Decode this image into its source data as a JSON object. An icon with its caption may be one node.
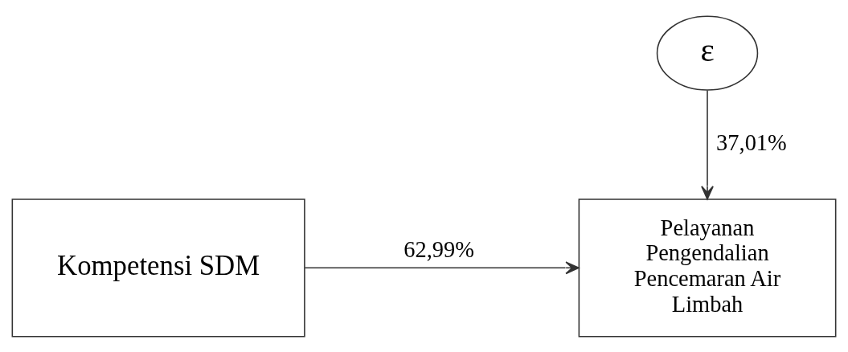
{
  "diagram": {
    "nodes": [
      {
        "text": [
          "ε"
        ]
      },
      {
        "text": [
          "Kompetensi SDM"
        ]
      },
      {
        "text": [
          "Pelayanan Pengendalian Pencemaran Air Limbah"
        ]
      }
    ],
    "edges": [
      {
        "from": 0,
        "to": 2,
        "arrow": "to",
        "label": "37,01%"
      },
      {
        "from": 1,
        "to": 2,
        "arrow": "to",
        "label": "62,99%"
      }
    ]
  }
}
